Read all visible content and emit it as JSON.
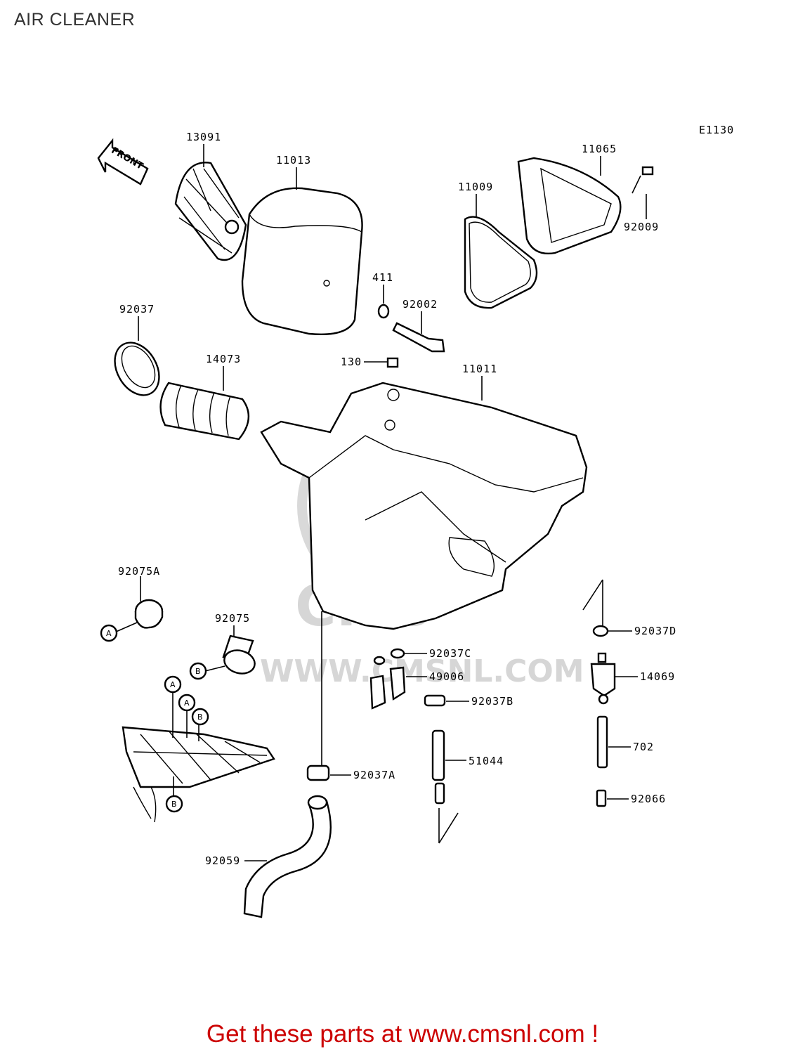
{
  "page_title": "AIR CLEANER",
  "diagram_code": "E1130",
  "front_label": "FRONT",
  "watermark": {
    "text": "CMS",
    "url": "WWW.CMSNL.COM"
  },
  "callout_letters": [
    "A",
    "B"
  ],
  "parts": [
    {
      "id": "p13091",
      "label": "13091"
    },
    {
      "id": "p11013",
      "label": "11013"
    },
    {
      "id": "p11065",
      "label": "11065"
    },
    {
      "id": "p11009",
      "label": "11009"
    },
    {
      "id": "p92009",
      "label": "92009"
    },
    {
      "id": "p411",
      "label": "411"
    },
    {
      "id": "p92002",
      "label": "92002"
    },
    {
      "id": "p92037",
      "label": "92037"
    },
    {
      "id": "p14073",
      "label": "14073"
    },
    {
      "id": "p130",
      "label": "130"
    },
    {
      "id": "p11011",
      "label": "11011"
    },
    {
      "id": "p92075A",
      "label": "92075A"
    },
    {
      "id": "p92075",
      "label": "92075"
    },
    {
      "id": "p92037D",
      "label": "92037D"
    },
    {
      "id": "p92037C",
      "label": "92037C"
    },
    {
      "id": "p49006",
      "label": "49006"
    },
    {
      "id": "p14069",
      "label": "14069"
    },
    {
      "id": "p92037B",
      "label": "92037B"
    },
    {
      "id": "p702",
      "label": "702"
    },
    {
      "id": "p51044",
      "label": "51044"
    },
    {
      "id": "p92037A",
      "label": "92037A"
    },
    {
      "id": "p92066",
      "label": "92066"
    },
    {
      "id": "p92059",
      "label": "92059"
    }
  ],
  "footer": "Get these parts at www.cmsnl.com !"
}
